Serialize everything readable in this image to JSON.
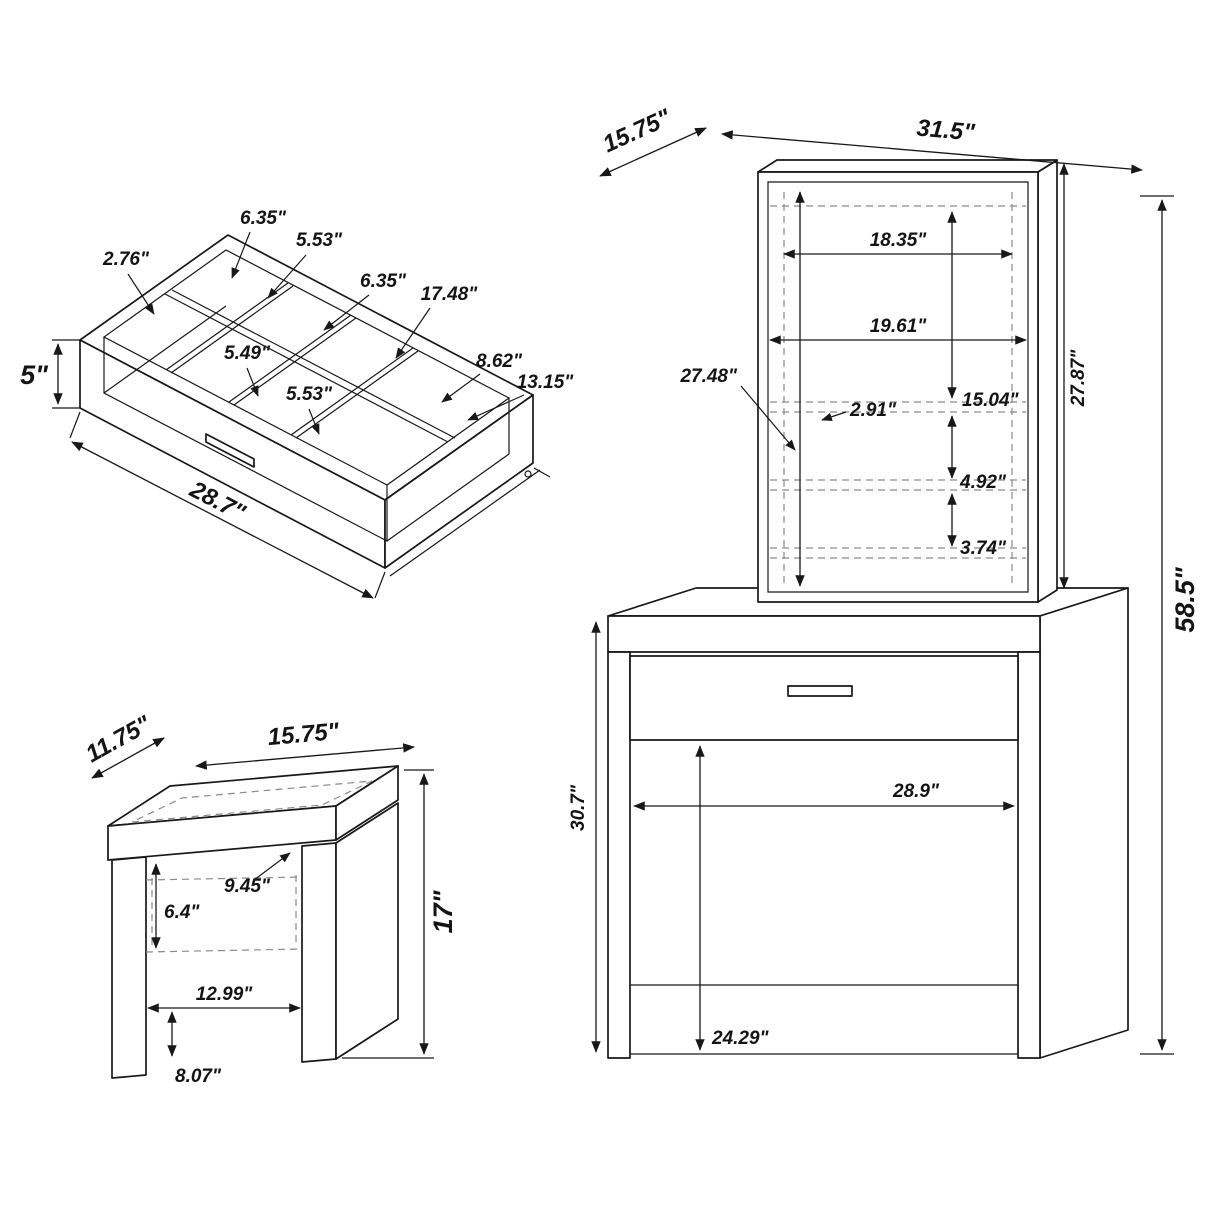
{
  "colors": {
    "line": "#181818",
    "dashed": "#8a8a8a",
    "background": "#ffffff"
  },
  "organizer": {
    "dims": {
      "height": "5\"",
      "length": "28.7\"",
      "back_depth": "2.76\"",
      "comp_a": "6.35\"",
      "comp_b": "5.53\"",
      "comp_c": "6.35\"",
      "section": "17.48\"",
      "front_a": "5.49\"",
      "front_b": "5.53\"",
      "tray_a": "8.62\"",
      "tray_b": "13.15\""
    }
  },
  "vanity": {
    "dims": {
      "depth": "15.75\"",
      "width": "31.5\"",
      "mirror_opening_w": "18.35\"",
      "mirror_w": "19.61\"",
      "mirror_interior_h": "27.48\"",
      "shelf_thickness": "2.91\"",
      "upper_section": "15.04\"",
      "mirror_h": "27.87\"",
      "shelf_gap_a": "4.92\"",
      "shelf_gap_b": "3.74\"",
      "total_height": "58.5\"",
      "opening_w": "28.9\"",
      "desk_height": "30.7\"",
      "clearance": "24.29\""
    }
  },
  "stool": {
    "dims": {
      "depth": "11.75\"",
      "width": "15.75\"",
      "seat_inner": "9.45\"",
      "frame": "6.4\"",
      "height": "17\"",
      "inner_width": "12.99\"",
      "leg_opening": "8.07\""
    }
  }
}
